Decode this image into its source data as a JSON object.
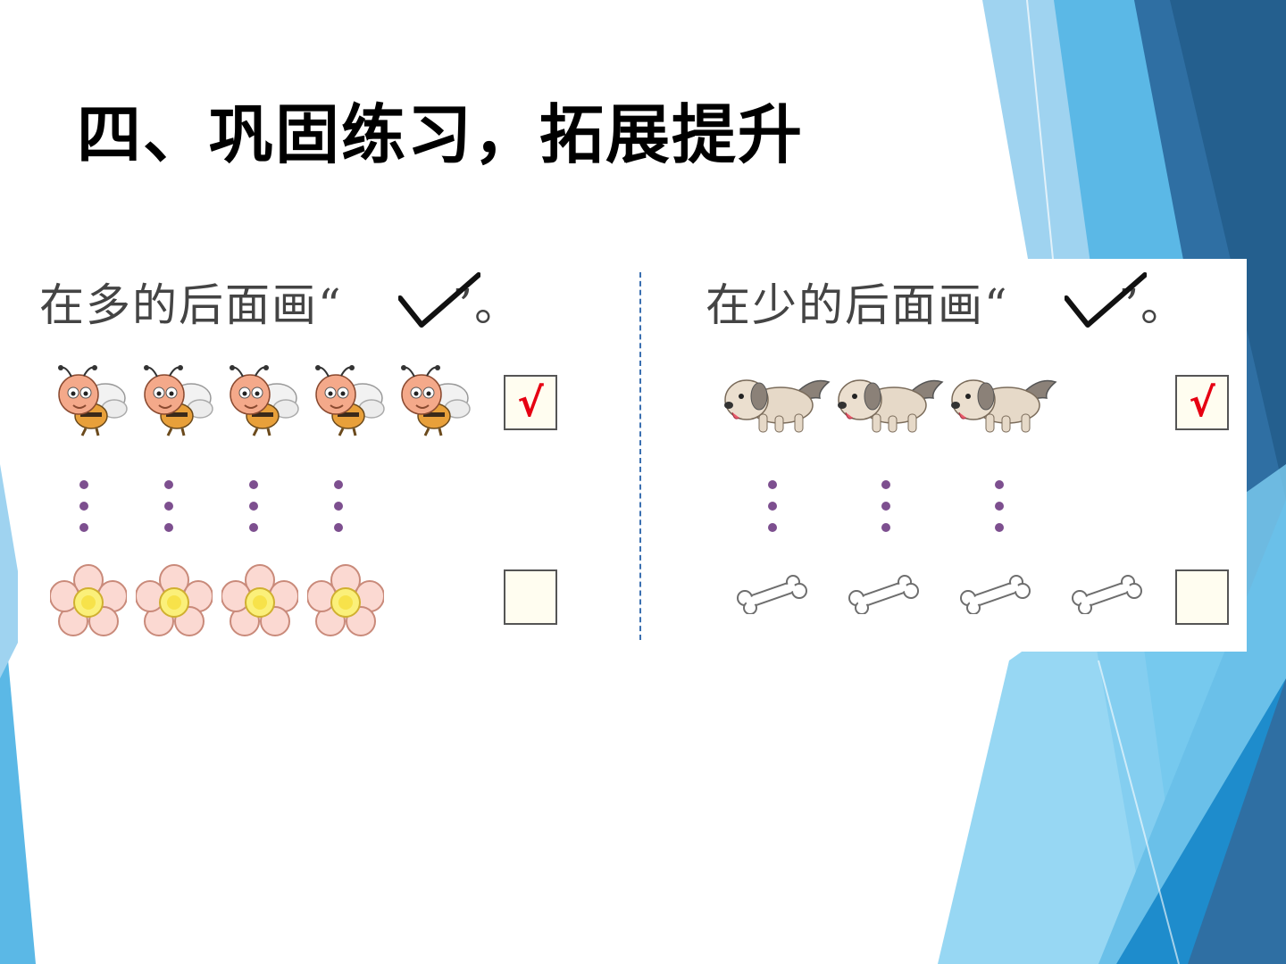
{
  "slide": {
    "title": "四、巩固练习，拓展提升"
  },
  "left_exercise": {
    "instruction": "在多的后面画“ ”。",
    "instruction_before": "在多的后面画“",
    "instruction_after": "”。",
    "top_row": {
      "item": "bee",
      "count": 5,
      "answer": "√"
    },
    "bottom_row": {
      "item": "flower",
      "count": 4,
      "answer": ""
    },
    "dot_columns": 4
  },
  "right_exercise": {
    "instruction": "在少的后面画“ ”。",
    "instruction_before": "在少的后面画“",
    "instruction_after": "”。",
    "top_row": {
      "item": "puppy",
      "count": 3,
      "answer": "√"
    },
    "bottom_row": {
      "item": "bone",
      "count": 4,
      "answer": ""
    },
    "dot_columns": 3
  },
  "colors": {
    "answer_mark": "#e60012",
    "dots": "#7d4f8f",
    "divider": "#3a6fb0",
    "accent_blue": "#2e74b5"
  }
}
